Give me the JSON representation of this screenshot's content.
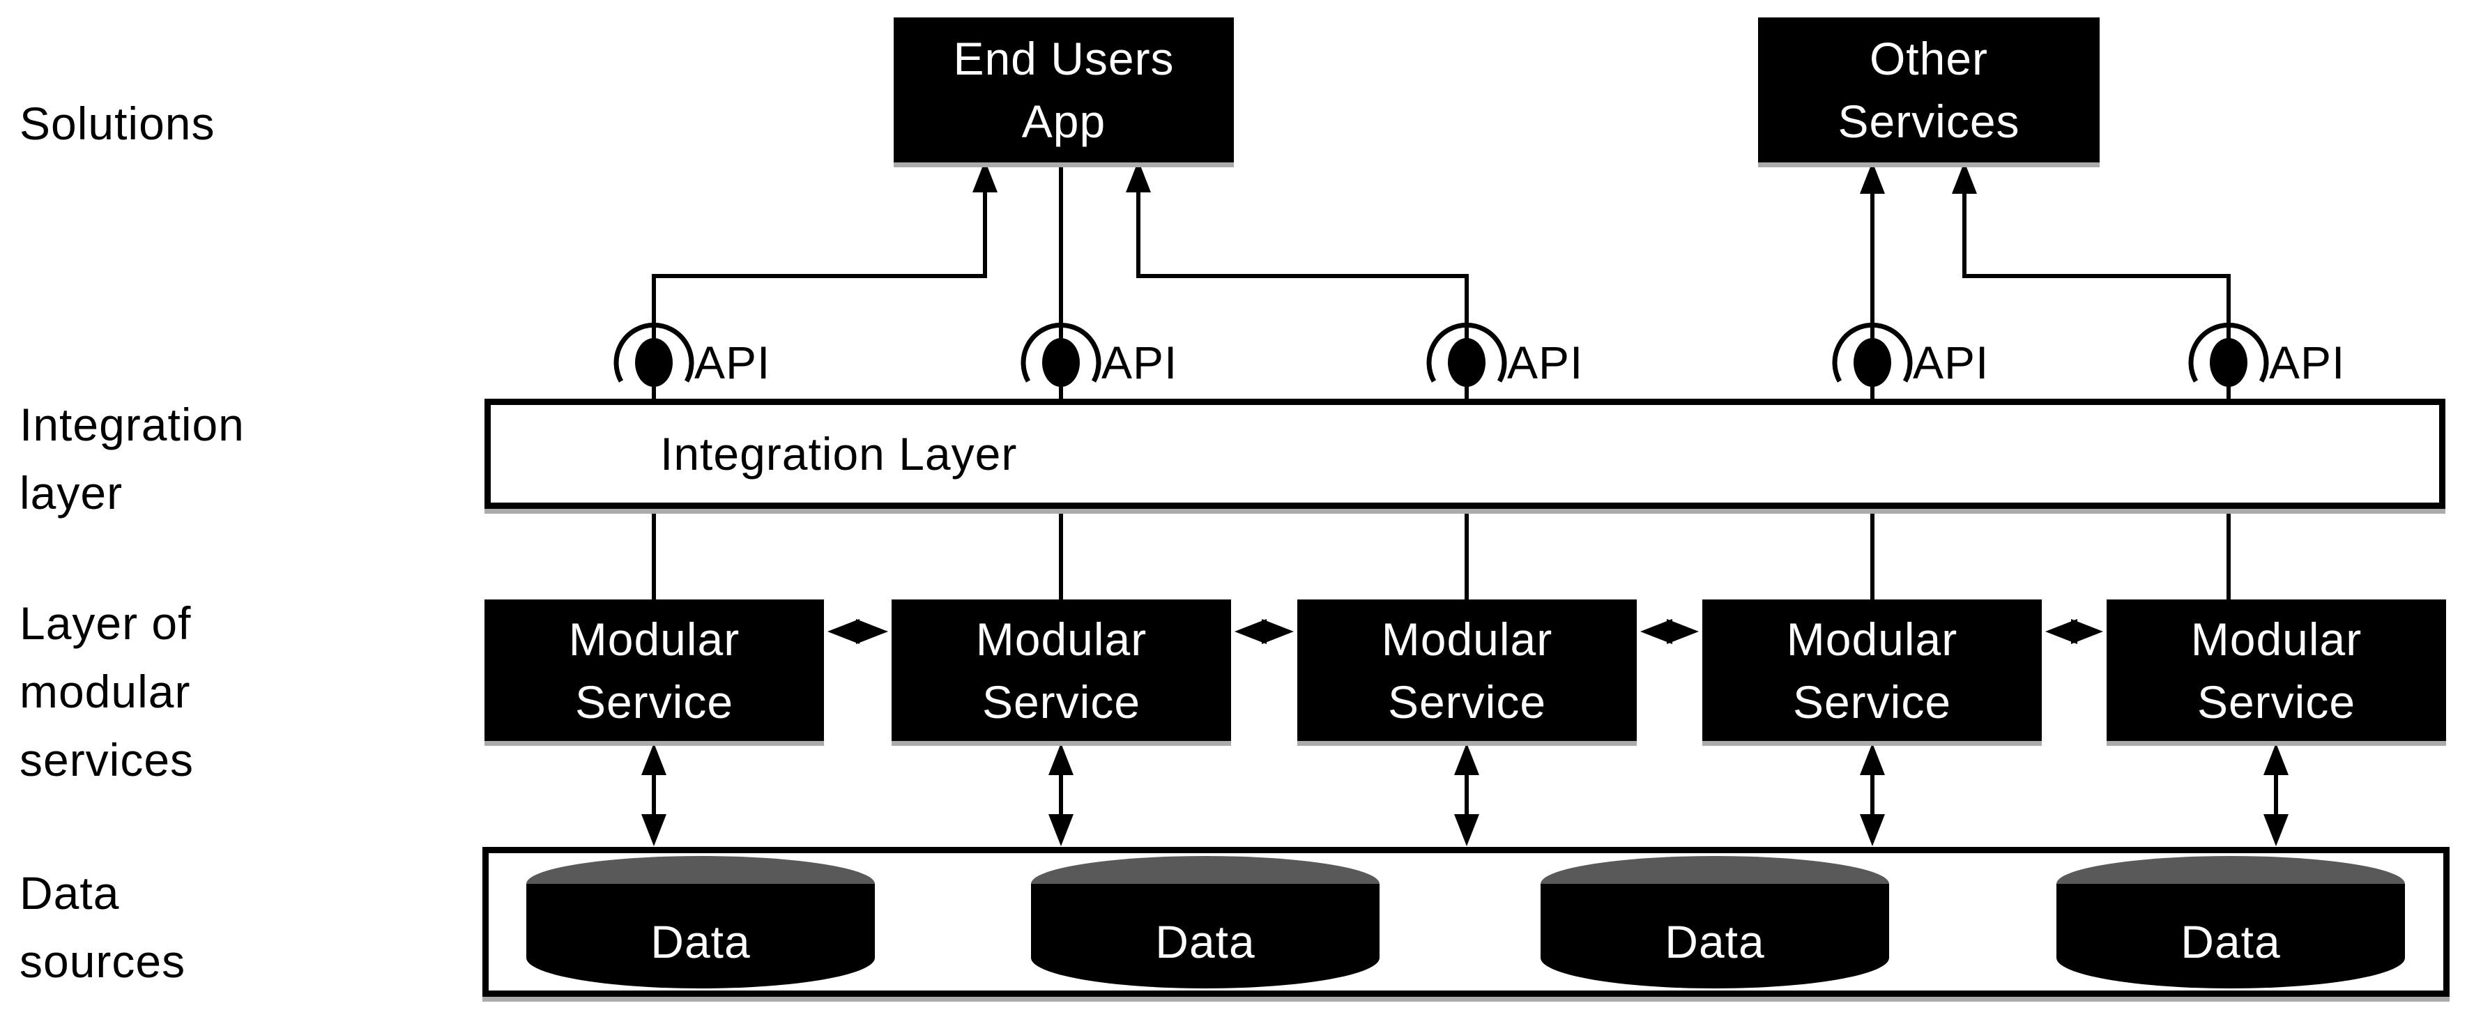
{
  "side_labels": {
    "solutions": "Solutions",
    "integration": [
      "Integration",
      "layer"
    ],
    "modular": [
      "Layer of",
      "modular",
      "services"
    ],
    "data": [
      "Data",
      "sources"
    ]
  },
  "solution_boxes": {
    "end_users_app": [
      "End Users",
      "App"
    ],
    "other_services": [
      "Other",
      "Services"
    ]
  },
  "api_labels": [
    "API",
    "API",
    "API",
    "API",
    "API"
  ],
  "integration_layer": {
    "label": "Integration Layer"
  },
  "modular_services": [
    [
      "Modular",
      "Service"
    ],
    [
      "Modular",
      "Service"
    ],
    [
      "Modular",
      "Service"
    ],
    [
      "Modular",
      "Service"
    ],
    [
      "Modular",
      "Service"
    ]
  ],
  "data_cylinders": [
    "Data",
    "Data",
    "Data",
    "Data"
  ],
  "colors": {
    "background": "#ffffff",
    "node_fill": "#000000",
    "node_text": "#ffffff",
    "line": "#000000",
    "cylinder_top": "#595959",
    "label_text": "#000000",
    "shadow": "#ababab"
  }
}
